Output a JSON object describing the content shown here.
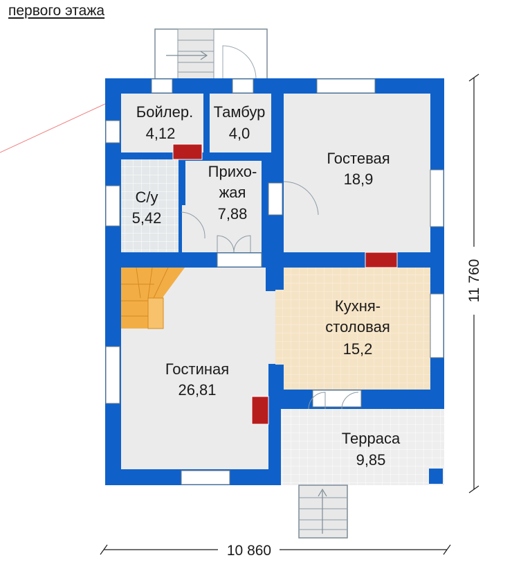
{
  "caption": "первого этажа",
  "rooms": {
    "boiler": {
      "name": "Бойлер.",
      "area": "4,12"
    },
    "tambur": {
      "name": "Тамбур",
      "area": "4,0"
    },
    "guest": {
      "name": "Гостевая",
      "area": "18,9"
    },
    "bath": {
      "name": "С/у",
      "area": "5,42"
    },
    "hall": {
      "name1": "Прихо-",
      "name2": "жая",
      "area": "7,88"
    },
    "kitchen": {
      "name1": "Кухня-",
      "name2": "столовая",
      "area": "15,2"
    },
    "living": {
      "name": "Гостиная",
      "area": "26,81"
    },
    "terrace": {
      "name": "Терраса",
      "area": "9,85"
    }
  },
  "dimensions": {
    "width": "10 860",
    "height": "11 760"
  },
  "colors": {
    "wall": "#0f61c9",
    "floor": "#ebebeb",
    "kitchen_floor": "#f5e3c5",
    "stair": "#f2ae45",
    "chimney": "#b81d1d"
  }
}
